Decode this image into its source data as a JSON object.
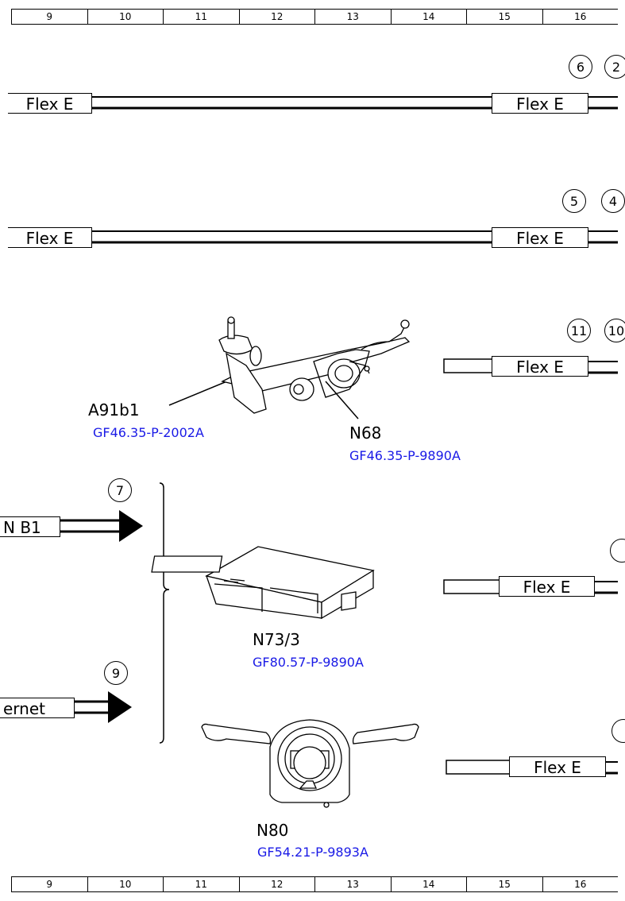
{
  "ruler": {
    "columns": [
      "9",
      "10",
      "11",
      "12",
      "13",
      "14",
      "15",
      "16"
    ]
  },
  "connectors": {
    "flex_e": "Flex E",
    "n_b1": "N B1",
    "ethernet": "ernet"
  },
  "markers": {
    "m6": "6",
    "m2": "2",
    "m5": "5",
    "m4": "4",
    "m11": "11",
    "m10": "10",
    "m7": "7",
    "m9": "9"
  },
  "components": {
    "a91b1": {
      "label": "A91b1",
      "ref": "GF46.35-P-2002A"
    },
    "n68": {
      "label": "N68",
      "ref": "GF46.35-P-9890A"
    },
    "n73_3": {
      "label": "N73/3",
      "ref": "GF80.57-P-9890A"
    },
    "n80": {
      "label": "N80",
      "ref": "GF54.21-P-9893A"
    }
  }
}
